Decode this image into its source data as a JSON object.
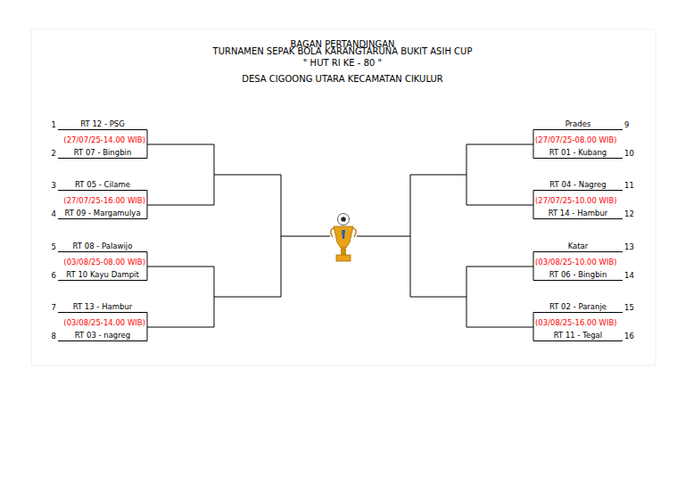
{
  "diagram": {
    "title": "BAGAN PERTANDINGAN",
    "nodes": [
      {
        "text": [
          "1",
          "RT 12 - PSG"
        ]
      },
      {
        "text": [
          "2",
          "RT 07 - Bingbin"
        ]
      },
      {
        "text": [
          "3",
          "RT 05 - Cilame"
        ]
      },
      {
        "text": [
          "4",
          "RT 09 - Margamulya"
        ]
      },
      {
        "text": [
          "5",
          "RT 08 - Palawijo"
        ]
      },
      {
        "text": [
          "6",
          "RT 10 Kayu Dampit"
        ]
      },
      {
        "text": [
          "7",
          "RT 13 - Hambur"
        ]
      },
      {
        "text": [
          "8",
          "RT 03 - nagreg"
        ]
      },
      {
        "text": [
          "9",
          "Prades"
        ]
      },
      {
        "text": [
          "10",
          "RT 01 - Kubang"
        ]
      },
      {
        "text": [
          "11",
          "RT 04 - Nagreg"
        ]
      },
      {
        "text": [
          "12",
          "RT 14 - Hambur"
        ]
      },
      {
        "text": [
          "13",
          "Katar"
        ]
      },
      {
        "text": [
          "14",
          "RT 06 - Bingbin"
        ]
      },
      {
        "text": [
          "15",
          "RT 02 - Paranje"
        ]
      },
      {
        "text": [
          "16",
          "RT 11 - Tegal"
        ]
      }
    ],
    "edges": [
      {
        "from": 0,
        "to": 1,
        "arrow": "none"
      },
      {
        "from": 2,
        "to": 3,
        "arrow": "none"
      },
      {
        "from": 4,
        "to": 5,
        "arrow": "none"
      },
      {
        "from": 6,
        "to": 7,
        "arrow": "none"
      },
      {
        "from": 8,
        "to": 9,
        "arrow": "none"
      },
      {
        "from": 10,
        "to": 11,
        "arrow": "none"
      },
      {
        "from": 12,
        "to": 13,
        "arrow": "none"
      },
      {
        "from": 14,
        "to": 15,
        "arrow": "none"
      }
    ],
    "labels": [
      "TURNAMEN SEPAK BOLA KARANGTARUNA BUKIT ASIH CUP",
      "\" HUT RI KE - 80 \"",
      "DESA CIGOONG UTARA KECAMATAN CIKULUR",
      "(27/07/25-14.00 WIB)",
      "(27/07/25-16.00 WIB)",
      "(03/08/25-08.00 WIB)",
      "(03/08/25-14.00 WIB)",
      "(27/07/25-08.00 WIB)",
      "(27/07/25-10.00 WIB)",
      "(03/08/25-10.00 WIB)",
      "(03/08/25-16.00 WIB)"
    ]
  }
}
